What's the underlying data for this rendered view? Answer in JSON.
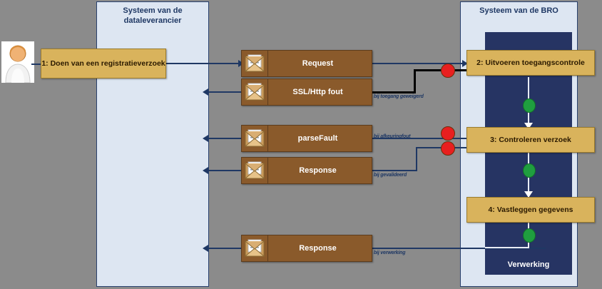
{
  "diagram": {
    "title": "BRO registratieverzoek processtroom",
    "background_color": "#8b8b8b",
    "lane_color": "#dde6f2",
    "process_color": "#d9b35c",
    "message_color": "#8a5a2b",
    "dark_column_color": "#263463",
    "red_dot_color": "#e81f1f",
    "green_dot_color": "#1f9e3f",
    "connector_color": "#1f3864"
  },
  "lanes": [
    {
      "id": "dataleverancier",
      "title": "Systeem van de dataleverancier"
    },
    {
      "id": "bro",
      "title": "Systeem van de BRO"
    }
  ],
  "actor": {
    "name": "actor-person",
    "label": ""
  },
  "processes": [
    {
      "id": "p1",
      "label": "1: Doen van een registratieverzoek"
    },
    {
      "id": "p2",
      "label": "2: Uitvoeren toegangscontrole"
    },
    {
      "id": "p3",
      "label": "3:  Controleren verzoek"
    },
    {
      "id": "p4",
      "label": "4: Vastleggen gegevens"
    }
  ],
  "verwerking": {
    "label": "Verwerking"
  },
  "messages": [
    {
      "id": "m1",
      "label": "Request",
      "icon": "envelope-icon"
    },
    {
      "id": "m2",
      "label": "SSL/Http fout",
      "icon": "envelope-icon"
    },
    {
      "id": "m3",
      "label": "parseFault",
      "icon": "envelope-icon"
    },
    {
      "id": "m4",
      "label": "Response",
      "icon": "envelope-icon"
    },
    {
      "id": "m5",
      "label": "Response",
      "icon": "envelope-icon"
    }
  ],
  "annotations": [
    {
      "id": "a1",
      "label": "bij toegang geweigerd"
    },
    {
      "id": "a2",
      "label": "bij afkeuringfout"
    },
    {
      "id": "a3",
      "label": "bij gevalideerd"
    },
    {
      "id": "a4",
      "label": "bij verwerking"
    }
  ]
}
